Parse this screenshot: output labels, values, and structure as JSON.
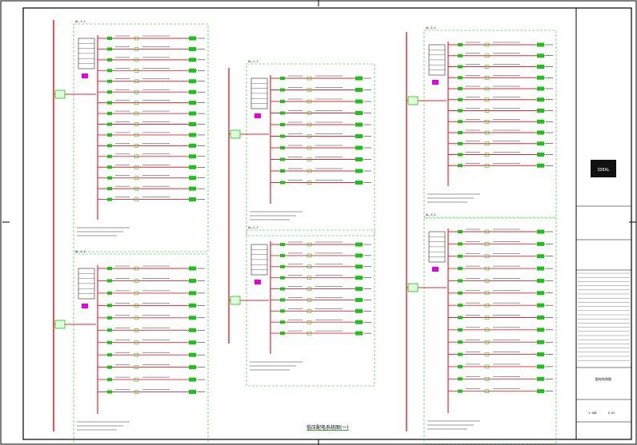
{
  "drawing": {
    "caption": "低压配电系统图(一)",
    "title_block": {
      "logo_text": "IDEAL",
      "sheet_name": "配电系统图",
      "scale": "1:100",
      "sheet_no": "E-01"
    }
  },
  "colors": {
    "border": "#000000",
    "busbar": "#e8252b",
    "feeder": "#e8252b",
    "breaker": "#18c418",
    "panel_frame": "#18c418",
    "load_tag": "#18c418",
    "highlight": "#e000e0",
    "text": "#000000"
  },
  "panels": [
    {
      "id": "AL-1-1",
      "label": "AL-1-1",
      "circuits": 14,
      "spares": 2
    },
    {
      "id": "AL-1-2",
      "label": "AL-1-2",
      "circuits": 9,
      "spares": 2
    },
    {
      "id": "AL-2-1",
      "label": "AL-2-1",
      "circuits": 8,
      "spares": 2
    },
    {
      "id": "AL-2-2",
      "label": "AL-2-2",
      "circuits": 7,
      "spares": 2
    },
    {
      "id": "AL-3-1",
      "label": "AL-3-1",
      "circuits": 10,
      "spares": 2
    },
    {
      "id": "AL-3-2",
      "label": "AL-3-2",
      "circuits": 12,
      "spares": 2
    }
  ]
}
